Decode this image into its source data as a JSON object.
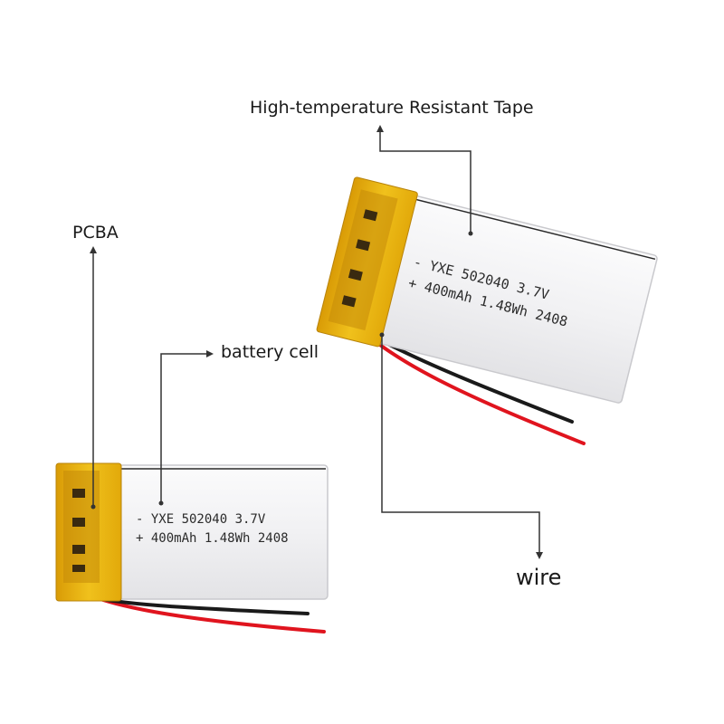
{
  "callouts": {
    "tape": "High-temperature Resistant Tape",
    "pcba": "PCBA",
    "cell": "battery cell",
    "wire": "wire"
  },
  "battery_print": {
    "line1": "-  YXE  502040  3.7V",
    "line2": "+  400mAh  1.48Wh  2408"
  },
  "colors": {
    "tape": "#e7b20f",
    "cell_body": "#f3f3f5",
    "wire_red": "#e0141e",
    "wire_black": "#1a1a1a",
    "leader": "#333333"
  }
}
